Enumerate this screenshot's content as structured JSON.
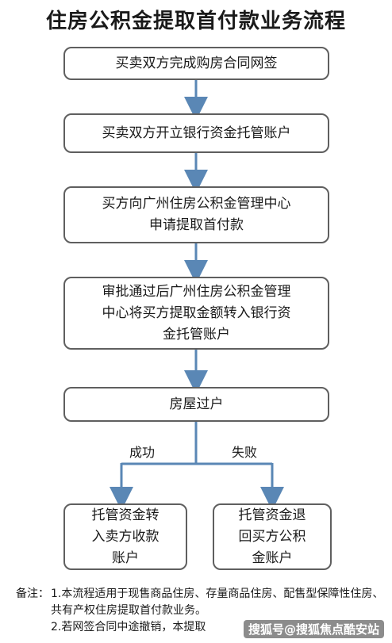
{
  "title": "住房公积金提取首付款业务流程",
  "steps": [
    "买卖双方完成购房合同网签",
    "买卖双方开立银行资金托管账户",
    "买方向广州住房公积金管理中心\n申请提取首付款",
    "审批通过后广州住房公积金管理\n中心将买方提取金额转入银行资\n金托管账户",
    "房屋过户"
  ],
  "branches": {
    "success_label": "成功",
    "fail_label": "失败",
    "success_box": "托管资金转\n入卖方收款\n账户",
    "fail_box": "托管资金退\n回买方公积\n金账户"
  },
  "notes": {
    "prefix": "备注：",
    "items": [
      "1.本流程适用于现售商品住房、存量商品住房、配售型保障性住房、共有产权住房提取首付款业务。",
      "2.若网签合同中途撤销，本提取"
    ]
  },
  "watermark": "搜狐号@搜狐焦点酷安站",
  "colors": {
    "box_border": "#5f5f5f",
    "arrow": "#5a87b5"
  }
}
